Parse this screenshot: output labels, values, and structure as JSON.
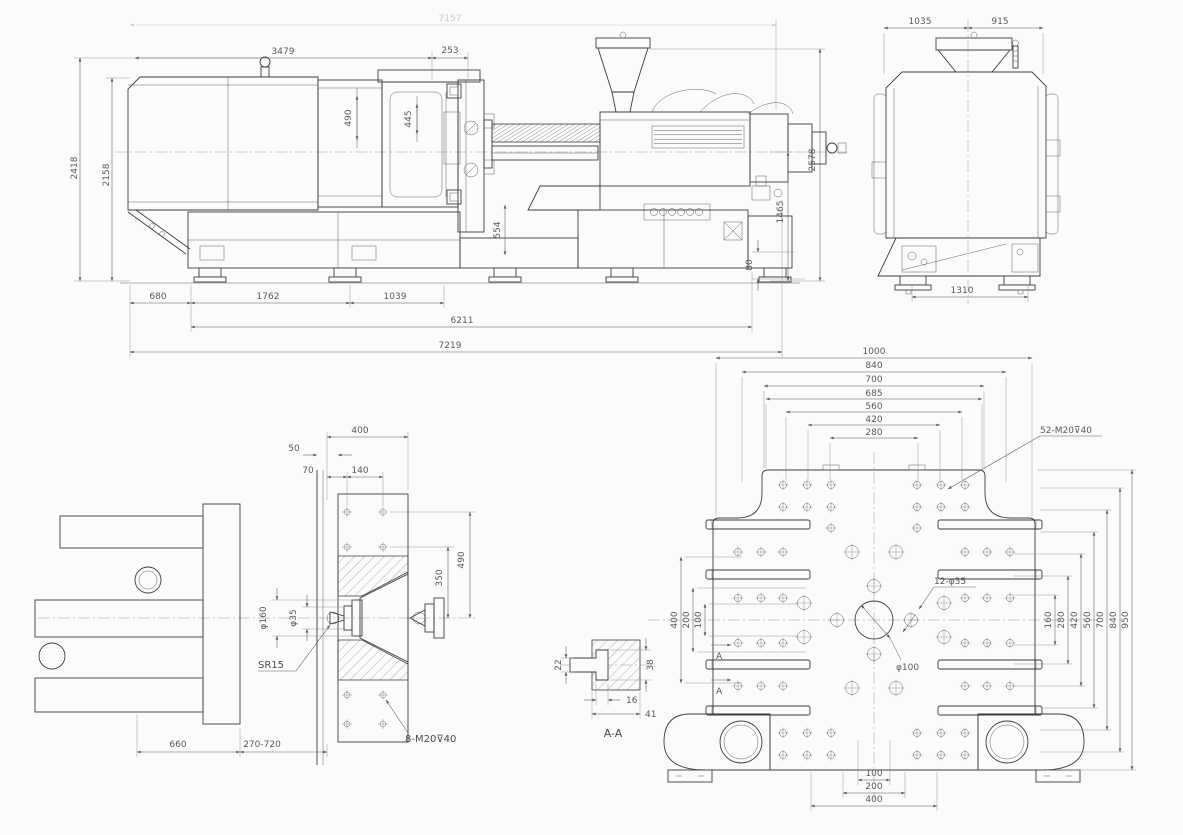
{
  "side_view": {
    "overall_top": "7157",
    "len_3479": "3479",
    "len_253": "253",
    "h_2418": "2418",
    "h_2158": "2158",
    "v_490": "490",
    "v_445": "445",
    "v_554": "554",
    "v_80": "80",
    "h_1465": "1465",
    "h_2578": "2578",
    "b_680": "680",
    "b_1762": "1762",
    "b_1039": "1039",
    "b_6211": "6211",
    "b_7219": "7219"
  },
  "front_view": {
    "w_1035": "1035",
    "w_915": "915",
    "w_1310": "1310"
  },
  "nozzle_detail": {
    "d_400": "400",
    "d_50": "50",
    "d_70": "70",
    "d_140": "140",
    "v_490": "490",
    "v_350": "350",
    "dia_160": "φ160",
    "dia_35": "φ35",
    "sr": "SR15",
    "b_660": "660",
    "b_270_720": "270-720",
    "thread": "8-M20⊽40"
  },
  "section_aa": {
    "d_22": "22",
    "d_38": "38",
    "d_16": "16",
    "d_41": "41",
    "label": "A-A"
  },
  "platen": {
    "top": [
      "1000",
      "840",
      "700",
      "685",
      "560",
      "420",
      "280"
    ],
    "right": [
      "950",
      "840",
      "700",
      "560",
      "420",
      "280",
      "160"
    ],
    "left": [
      "400",
      "200",
      "100"
    ],
    "bottom": [
      "400",
      "200",
      "100"
    ],
    "thread": "52-M20⊽40",
    "holes": "12-φ35",
    "center": "φ100",
    "marker": "A"
  }
}
